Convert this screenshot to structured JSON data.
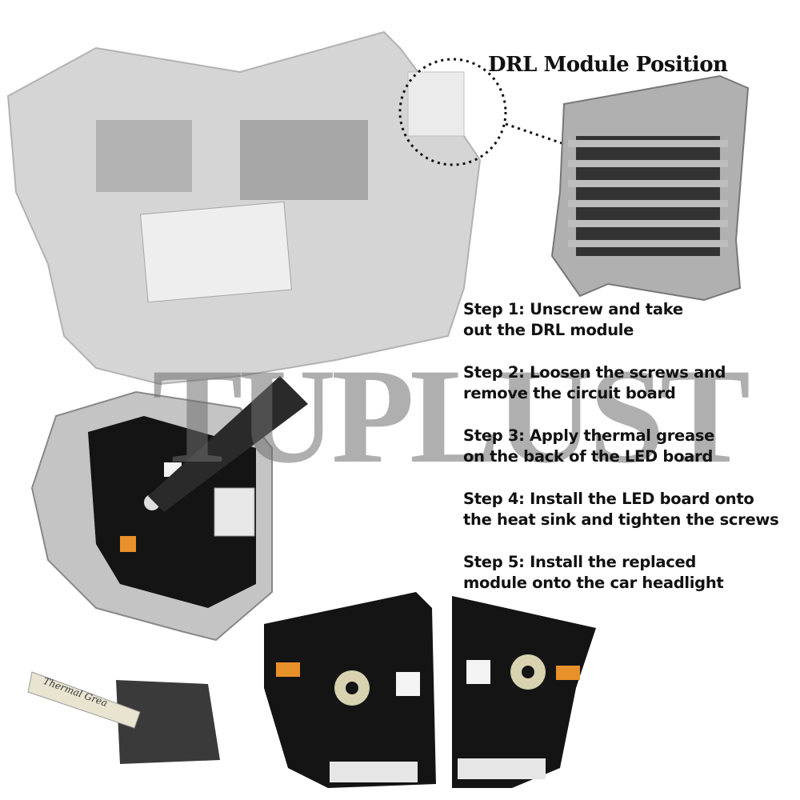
{
  "title": "DRL Module Position",
  "steps": [
    {
      "line1": "Step 1: Unscrew and take",
      "line2": "out the DRL module"
    },
    {
      "line1": "Step 2: Loosen the screws and",
      "line2": "remove the circuit board"
    },
    {
      "line1": "Step 3: Apply thermal grease",
      "line2": "on the back of the LED board"
    },
    {
      "line1": "Step 4: Install the LED board onto",
      "line2": "the heat sink and tighten the screws"
    },
    {
      "line1": "Step 5: Install the replaced",
      "line2": "module onto the car headlight"
    }
  ],
  "watermark": "TUPLUST",
  "tube_label": "Thermal Grea",
  "colors": {
    "pcb": "#141414",
    "led": "#e8902a",
    "heatsink": "#a8a8a8",
    "headlight": "#cfcfcf"
  }
}
